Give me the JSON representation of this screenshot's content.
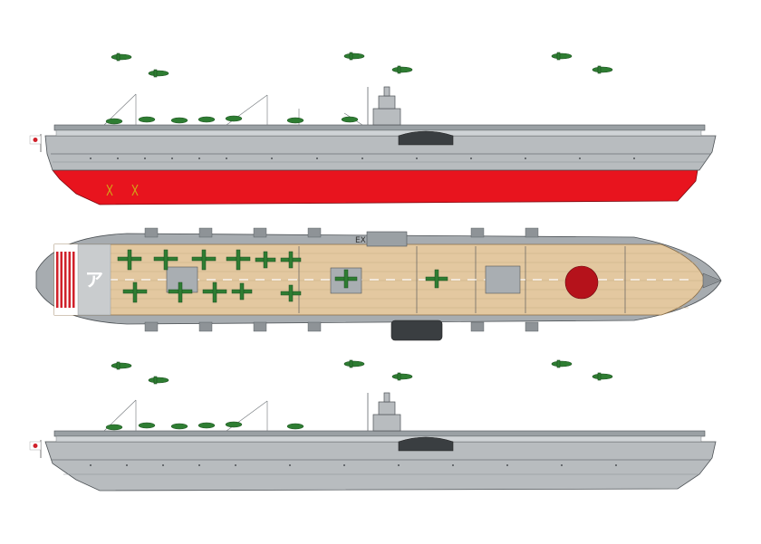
{
  "drawing": {
    "views": [
      "side-profile-waterline",
      "top-plan-flight-deck",
      "side-profile-hull-grey"
    ],
    "deck_marking": "ア",
    "hangar_mark": "EX",
    "colors": {
      "hull_grey": "#b8bcbf",
      "hull_dark": "#7d8286",
      "antifouling_red": "#e8141e",
      "deck_wood": "#e3c8a0",
      "deck_line": "#c9ad84",
      "hinomaru": "#b5121b",
      "aircraft_green": "#2e7d32",
      "stripe_red": "#d0202a",
      "elevator_grey": "#a9aeb2"
    },
    "icons": [
      "rising-sun-flag-icon",
      "aircraft-icon",
      "hinomaru-icon",
      "elevator-icon"
    ]
  }
}
